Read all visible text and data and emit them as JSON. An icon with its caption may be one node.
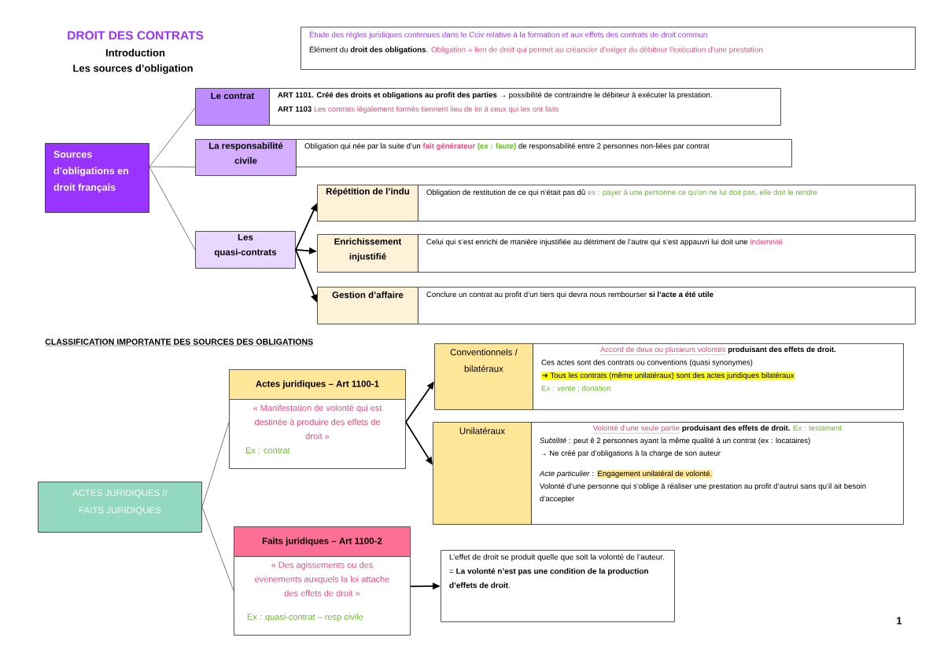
{
  "diagram": {
    "title": "DROIT DES CONTRATS",
    "nodes": [
      {
        "text": [
          "Étude des règles juridiques contenues dans le Cciv relative à la formation et aux effets des contrats de droit commun",
          "Élément du **droit des obligations**.",
          "Obligation = lien de droit qui permet au créancier d’exiger du débiteur l’exécution d’une prestation"
        ]
      },
      {
        "text": [
          "Sources d’obligations en droit français"
        ]
      },
      {
        "text": [
          "Le contrat"
        ]
      },
      {
        "text": [
          "**ART 1101. Créé des droits et obligations au profit des parties** → possibilité de contraindre le débiteur à exécuter la prestation.",
          "ART 1103",
          "Les contrats légalement formés tiennent lieu de loi à ceux qui les ont faits"
        ]
      },
      {
        "text": [
          "La responsabilité civile"
        ]
      },
      {
        "text": [
          "Obligation qui née par la suite d’un",
          "fait générateur",
          "(ex : faute)",
          "de responsabilité entre 2 personnes non-liées par contrat"
        ]
      },
      {
        "text": [
          "Les quasi-contrats"
        ]
      },
      {
        "text": [
          "Répétition de l’indu"
        ]
      },
      {
        "text": [
          "Obligation de restitution de ce qui n’était pas dû",
          "ex : payer à une personne ce qu’on ne lui doit pas, elle doit le rendre"
        ]
      },
      {
        "text": [
          "Enrichissement injustifié"
        ]
      },
      {
        "text": [
          "Celui qui s’est enrichi de manière injustifiée au détriment de l’autre qui s’est appauvri lui doit une",
          "indemnité"
        ]
      },
      {
        "text": [
          "Gestion d’affaire"
        ]
      },
      {
        "text": [
          "Conclure un contrat au profit d’un tiers qui devra nous rembourser **si l’acte a été utile**"
        ]
      },
      {
        "text": [
          "ACTES JURIDIQUES // FAITS JURIDIQUES"
        ]
      },
      {
        "text": [
          "Actes juridiques – Art 1100-1",
          "« Manifestation de volonté qui est destinée à produire des effets de droit »",
          "Ex : contrat"
        ]
      },
      {
        "text": [
          "Conventionnels / bilatéraux"
        ]
      },
      {
        "text": [
          "Accord de deux ou plusieurs volontés",
          "produisant des effets de droit.",
          "Ces actes sont des contrats ou conventions (quasi synonymes)",
          "➔ Tous les contrats (même unilatéraux) sont des actes juridiques bilatéraux",
          "Ex : vente ; donation"
        ]
      },
      {
        "text": [
          "Unilatéraux"
        ]
      },
      {
        "text": [
          "Volonté d’une seule partie",
          "produisant des effets de droit.",
          "Ex : testament",
          "*Subtilité* : peut ê 2 personnes ayant la même qualité à un contrat (ex : locataires)",
          "→ Ne créé par d’obligations à la charge de son auteur",
          "*Acte particulier* :",
          "Engagement unilatéral de volonté.",
          "Volonté d’une personne qui s’oblige à réaliser une prestation au profit d’autrui sans qu’il ait besoin d’accepter"
        ]
      },
      {
        "text": [
          "Faits juridiques – Art 1100-2",
          "« Des agissements ou des évènements auxquels la loi attache des effets de droit »",
          "Ex : quasi-contrat – resp civile"
        ]
      },
      {
        "text": [
          "L’effet de droit se produit quelle que soit la volonté de l’auteur.",
          "= **La volonté n’est pas une condition de la production d’effets de droit**."
        ]
      }
    ],
    "edges": [
      {
        "from": 1,
        "to": 2,
        "arrow": "none"
      },
      {
        "from": 1,
        "to": 4,
        "arrow": "none"
      },
      {
        "from": 1,
        "to": 6,
        "arrow": "none"
      },
      {
        "from": 6,
        "to": 7,
        "arrow": "to"
      },
      {
        "from": 6,
        "to": 9,
        "arrow": "to"
      },
      {
        "from": 6,
        "to": 11,
        "arrow": "to"
      },
      {
        "from": 13,
        "to": 14,
        "arrow": "none"
      },
      {
        "from": 13,
        "to": 19,
        "arrow": "none"
      },
      {
        "from": 14,
        "to": 15,
        "arrow": "to"
      },
      {
        "from": 14,
        "to": 17,
        "arrow": "to"
      },
      {
        "from": 19,
        "to": 20,
        "arrow": "to"
      }
    ],
    "labels": [
      "Introduction",
      "Les sources d’obligation",
      "CLASSIFICATION IMPORTANTE DES SOURCES DES OBLIGATIONS",
      "1"
    ]
  }
}
